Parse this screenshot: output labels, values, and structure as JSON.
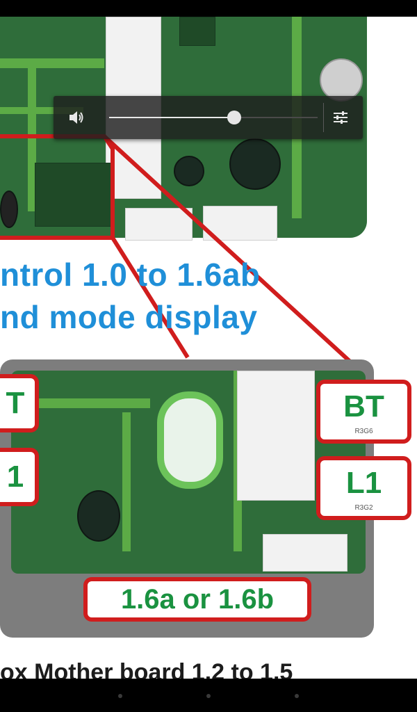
{
  "image": {
    "headline_line1": "ntrol 1.0 to 1.6ab",
    "headline_line2": "nd mode display",
    "right_labels": [
      {
        "big": "BT",
        "small": "R3G6"
      },
      {
        "big": "L1",
        "small": "R3G2"
      }
    ],
    "left_labels": [
      "T",
      "1"
    ],
    "caption": "1.6a or 1.6b",
    "bottom_text": "ox Mother board 1.2 to 1.5"
  },
  "volume_overlay": {
    "level_percent": 60,
    "speaker_icon": "volume-speaker-icon",
    "settings_icon": "sliders-icon"
  },
  "colors": {
    "headline": "#1f8fd8",
    "label_text": "#1a9240",
    "annotation_red": "#d01d1d",
    "board_green": "#2f6d3a"
  }
}
